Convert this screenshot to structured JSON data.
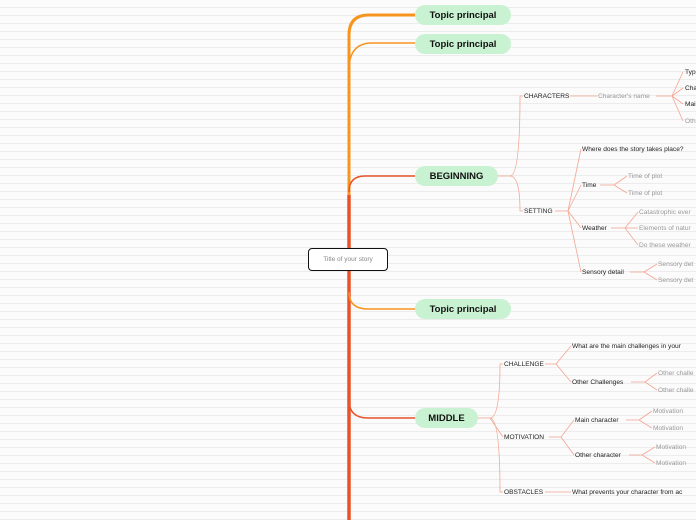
{
  "central_topic": "Title of your story",
  "topics": {
    "t1": "Topic principal",
    "t2": "Topic principal",
    "beginning": "BEGINNING",
    "t4": "Topic principal",
    "middle": "MIDDLE"
  },
  "beginning": {
    "characters": {
      "label": "CHARACTERS",
      "name": "Character's name",
      "details": [
        "Typ",
        "Cha",
        "Mai",
        "Oth"
      ]
    },
    "setting": {
      "label": "SETTING",
      "where": "Where does the story takes place?",
      "time": {
        "label": "Time",
        "items": [
          "Time of plot",
          "Time of plot"
        ]
      },
      "weather": {
        "label": "Weather",
        "items": [
          "Catastrophic ever",
          "Elements of natur",
          "Do these weather"
        ]
      },
      "sensory": {
        "label": "Sensory detail",
        "items": [
          "Sensory det",
          "Sensory det"
        ]
      }
    }
  },
  "middle": {
    "challenge": {
      "label": "CHALLENGE",
      "main": "What are the main challenges in your",
      "other": {
        "label": "Other Challenges",
        "items": [
          "Other challe",
          "Other challe"
        ]
      }
    },
    "motivation": {
      "label": "MOTIVATION",
      "main_character": {
        "label": "Main character",
        "items": [
          "Motivation",
          "Motivation"
        ]
      },
      "other_character": {
        "label": "Other character",
        "items": [
          "Motivation",
          "Motivation"
        ]
      }
    },
    "obstacles": {
      "label": "OBSTACLES",
      "text": "What prevents your character from ac"
    }
  }
}
